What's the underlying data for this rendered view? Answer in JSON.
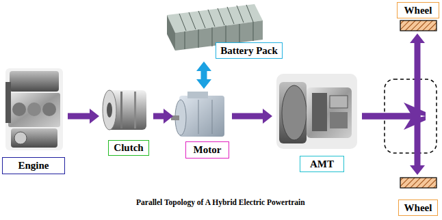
{
  "diagram": {
    "caption": "Parallel Topology of A Hybrid Electric Powertrain",
    "nodes": [
      {
        "text": [
          "Engine"
        ]
      },
      {
        "text": [
          "Clutch"
        ]
      },
      {
        "text": [
          "Motor"
        ]
      },
      {
        "text": [
          "Battery Pack"
        ]
      },
      {
        "text": [
          "AMT"
        ]
      },
      {
        "text": [
          "Wheel"
        ]
      },
      {
        "text": [
          "Wheel"
        ]
      }
    ],
    "edges": [
      {
        "from": 0,
        "to": 1,
        "arrow": "to"
      },
      {
        "from": 1,
        "to": 2,
        "arrow": "to"
      },
      {
        "from": 3,
        "to": 2,
        "arrow": "both"
      },
      {
        "from": 2,
        "to": 4,
        "arrow": "to"
      },
      {
        "from": 4,
        "to": 5,
        "arrow": "to"
      },
      {
        "from": 4,
        "to": 6,
        "arrow": "to"
      }
    ]
  }
}
